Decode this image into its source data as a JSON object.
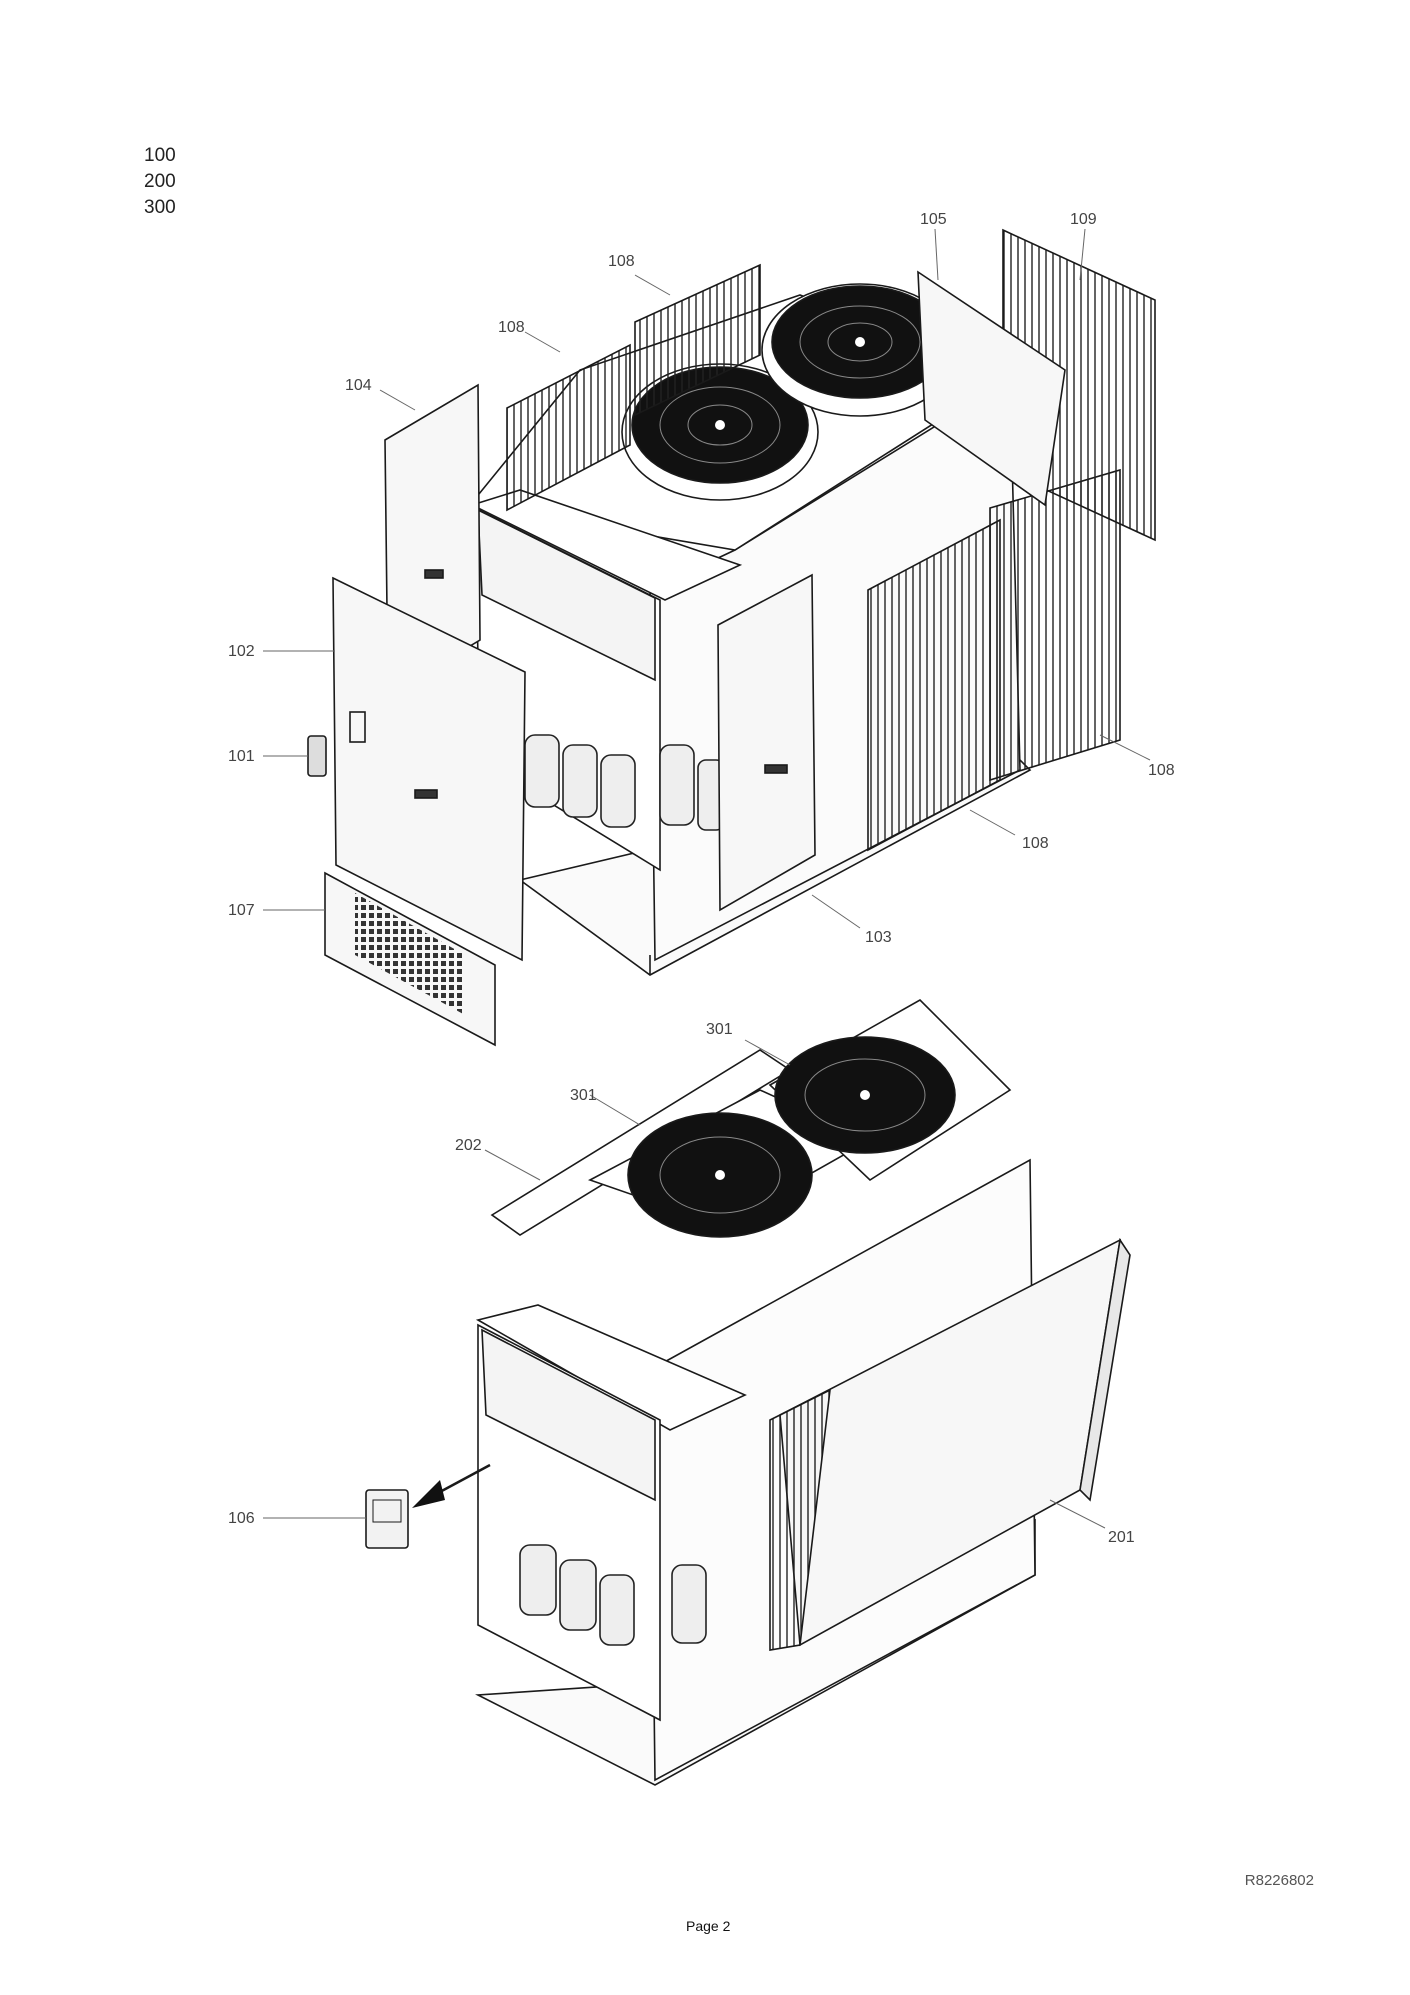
{
  "page": {
    "group_codes": [
      "100",
      "200",
      "300"
    ],
    "drawing_reference": "R8226802",
    "footer": "Page 2"
  },
  "upper_view": {
    "callouts": [
      "101",
      "102",
      "103",
      "104",
      "105",
      "107",
      "108",
      "108",
      "108",
      "108",
      "109"
    ]
  },
  "lower_view": {
    "callouts": [
      "106",
      "201",
      "202",
      "301",
      "301"
    ]
  },
  "colors": {
    "line": "#1a1a1a",
    "leader": "#666666",
    "fan": "#111111",
    "panel_fill": "#f7f7f7"
  }
}
